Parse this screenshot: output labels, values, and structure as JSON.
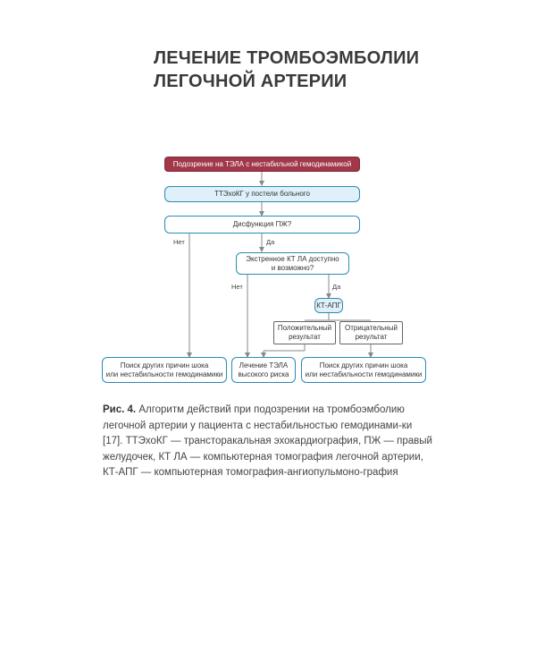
{
  "title": {
    "line1": "ЛЕЧЕНИЕ ТРОМБОЭМБОЛИИ",
    "line2": "ЛЕГОЧНОЙ АРТЕРИИ"
  },
  "flowchart": {
    "nodes": {
      "suspicion": "Подозрение на ТЭЛА с нестабильной гемодинамикой",
      "echo": "ТТЭхоКГ у постели больного",
      "rv_dysfunction": "Дисфункция ПЖ?",
      "ct_available": "Экстренное КТ ЛА доступно\nи возможно?",
      "ctpa": "КТ-АПГ",
      "positive": "Положительный\nрезультат",
      "negative": "Отрицательный\nрезультат",
      "other_causes_left": "Поиск других причин шока\nили нестабильности гемодинамики",
      "treatment": "Лечение ТЭЛА\nвысокого риска",
      "other_causes_right": "Поиск других причин шока\nили нестабильности гемодинамики"
    },
    "labels": {
      "no_1": "Нет",
      "yes_1": "Да",
      "no_2": "Нет",
      "yes_2": "Да"
    },
    "colors": {
      "accent_red": "#a13849",
      "accent_blue": "#2a8ab6",
      "light_blue_fill": "#dff0f8",
      "arrow": "#888888"
    }
  },
  "caption": {
    "fig_label": "Рис. 4.",
    "text": " Алгоритм действий при подозрении на тромбоэмболию легочной артерии у пациента с нестабильностью гемодинами-ки [17]. ТТЭхоКГ — трансторакальная эхокардиография, ПЖ — правый желудочек, КТ ЛА — компьютерная томография легочной артерии, КТ-АПГ — компьютерная томография-ангиопульмоно-графия"
  }
}
